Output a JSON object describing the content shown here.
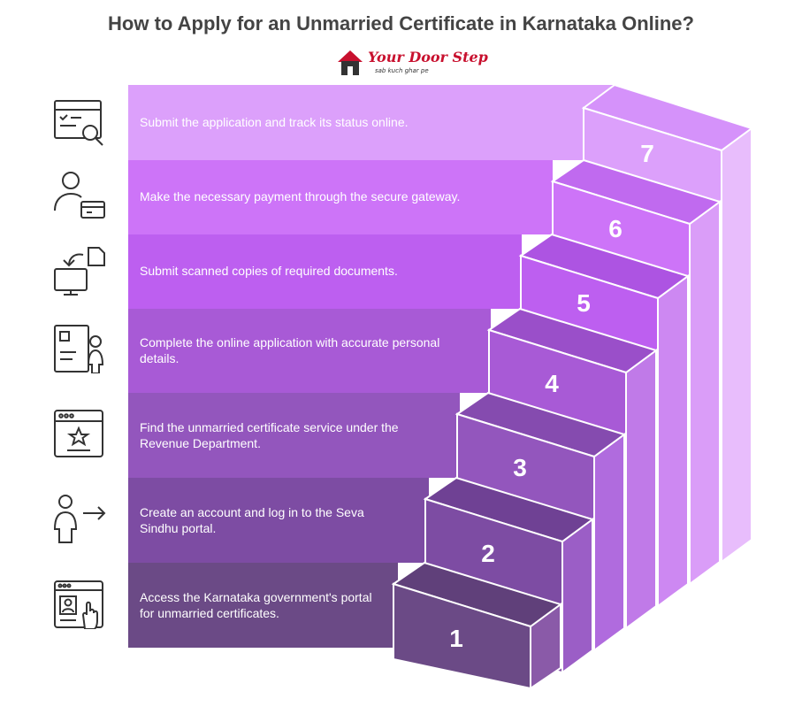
{
  "title": "How to Apply for an Unmarried Certificate in Karnataka Online?",
  "logo": {
    "name": "Your Door Step",
    "tagline": "sab kuch ghar pe"
  },
  "steps": [
    {
      "number": "1",
      "text": "Access the Karnataka government's portal for unmarried certificates.",
      "icon": "web-id-touch-icon",
      "color": "#6b4a86",
      "top": "#60407a",
      "side": "#8a5aa8"
    },
    {
      "number": "2",
      "text": "Create an account and log in to the Seva Sindhu portal.",
      "icon": "user-login-arrow-icon",
      "color": "#7d4ca3",
      "top": "#6f4194",
      "side": "#9b5ec6"
    },
    {
      "number": "3",
      "text": "Find the unmarried certificate service under the Revenue Department.",
      "icon": "browser-star-icon",
      "color": "#9356bd",
      "top": "#854baf",
      "side": "#b06bde"
    },
    {
      "number": "4",
      "text": "Complete the online application with accurate personal details.",
      "icon": "form-user-icon",
      "color": "#a85ad6",
      "top": "#9a4fc9",
      "side": "#c07ae8"
    },
    {
      "number": "5",
      "text": "Submit scanned copies of required documents.",
      "icon": "monitor-upload-document-icon",
      "color": "#bd5ff0",
      "top": "#ad54e2",
      "side": "#cd88f2"
    },
    {
      "number": "6",
      "text": "Make the necessary payment through the secure gateway.",
      "icon": "user-payment-card-icon",
      "color": "#cd74f8",
      "top": "#c06aef",
      "side": "#da9df8"
    },
    {
      "number": "7",
      "text": "Submit the application and track its status online.",
      "icon": "search-track-icon",
      "color": "#dca0fb",
      "top": "#d592fa",
      "side": "#e8bdfc"
    }
  ]
}
